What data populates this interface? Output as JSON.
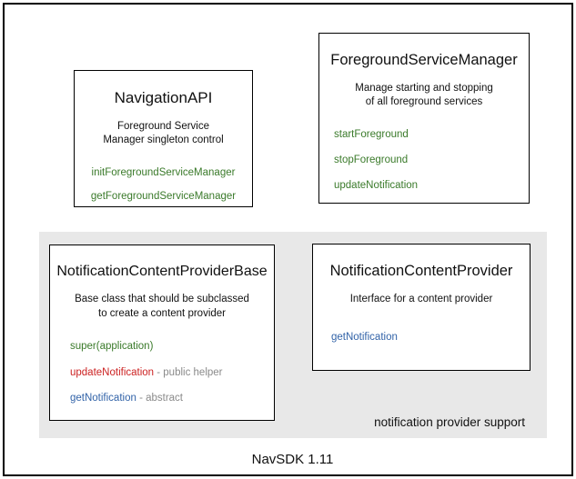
{
  "diagram": {
    "footer_label": "NavSDK 1.11",
    "group_caption": "notification provider support",
    "colors": {
      "frame": "#000000",
      "group_panel": "#e8e8e8",
      "box_background": "#ffffff",
      "method_green": "#3a7a2a",
      "method_red": "#cc2222",
      "method_blue": "#3263a8",
      "annotation_gray": "#8a8a8a",
      "text": "#111111"
    },
    "boxes": {
      "navigation_api": {
        "title": "NavigationAPI",
        "description_line1": "Foreground Service",
        "description_line2": "Manager singleton control",
        "members": [
          {
            "name": "initForegroundServiceManager",
            "note": "",
            "color": "green"
          },
          {
            "name": "getForegroundServiceManager",
            "note": "",
            "color": "green"
          }
        ]
      },
      "foreground_service_manager": {
        "title": "ForegroundServiceManager",
        "description_line1": "Manage starting and stopping",
        "description_line2": "of all foreground services",
        "members": [
          {
            "name": "startForeground",
            "note": "",
            "color": "green"
          },
          {
            "name": "stopForeground",
            "note": "",
            "color": "green"
          },
          {
            "name": "updateNotification",
            "note": "",
            "color": "green"
          }
        ]
      },
      "notification_content_provider_base": {
        "title": "NotificationContentProviderBase",
        "description_line1": "Base class that should be subclassed",
        "description_line2": "to create a content provider",
        "members": [
          {
            "name": "super(application)",
            "note": "",
            "color": "green"
          },
          {
            "name": "updateNotification",
            "note": " - public helper",
            "color": "red"
          },
          {
            "name": "getNotification",
            "note": " - abstract",
            "color": "blue"
          }
        ]
      },
      "notification_content_provider": {
        "title": "NotificationContentProvider",
        "description_line1": "Interface for a content provider",
        "description_line2": "",
        "members": [
          {
            "name": "getNotification",
            "note": "",
            "color": "blue"
          }
        ]
      }
    }
  }
}
